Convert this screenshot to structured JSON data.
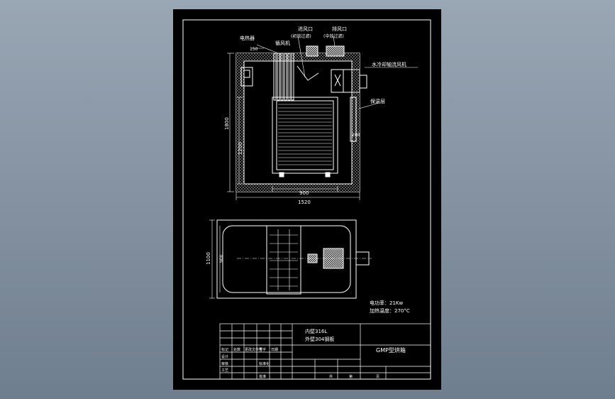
{
  "colors": {
    "viewport_bg_top": "#99a6b4",
    "viewport_bg_bottom": "#6f7e8e",
    "sheet_bg": "#000000",
    "line": "#ffffff",
    "insulation_fill": "#d8d8d8"
  },
  "front_view": {
    "labels": {
      "electric_box": "电热器",
      "inlet": "进风口",
      "inlet_note": "(初效过滤)",
      "outlet": "排风口",
      "outlet_note": "(中效过滤)",
      "fan": "循风机",
      "fan_motor": "水冷却轴流风机",
      "insulation": "保温层"
    },
    "dimensions": {
      "top_offset": "150",
      "height_total": "1800",
      "height_inner": "1200",
      "width_inner": "900",
      "width_total": "1520",
      "side_gap": "200"
    }
  },
  "plan_view": {
    "dimensions": {
      "depth_total": "1100",
      "depth_inner": "900"
    }
  },
  "notes": {
    "power": "电功率：21Kw",
    "temperature": "加热温度：270°C"
  },
  "title_block": {
    "material_inner": "内壁316L",
    "material_outer": "外壁304钢板",
    "drawing_title": "GMP型烘箱",
    "cells": [
      "标记",
      "处数",
      "更改文件号",
      "签字",
      "日期",
      "设计",
      "审核",
      "工艺",
      "标准化",
      "批准",
      "共",
      "第",
      "页"
    ]
  }
}
